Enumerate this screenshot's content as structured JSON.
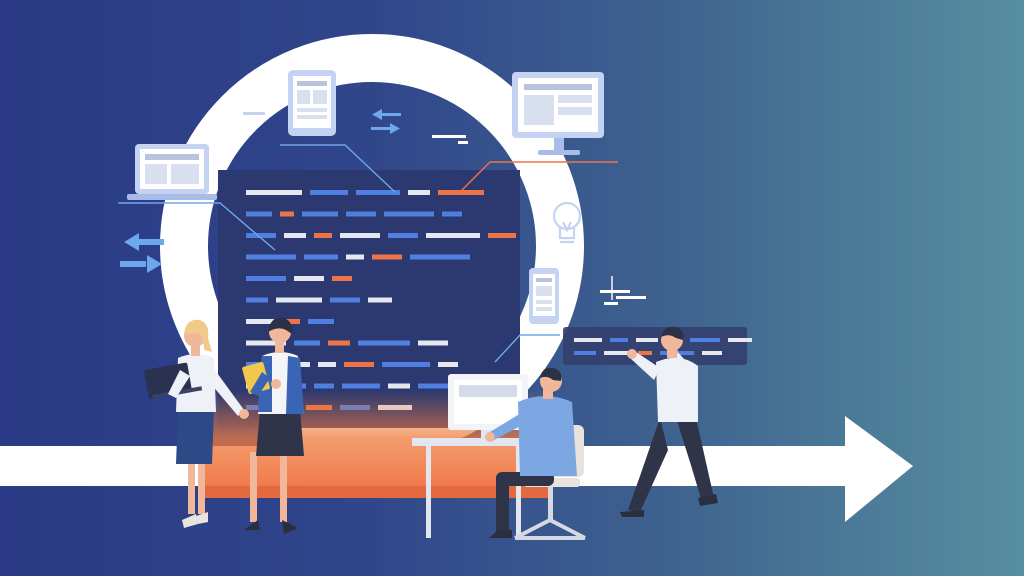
{
  "colors": {
    "bg_left": "#2a3a86",
    "bg_right": "#568f9f",
    "ring": "#ffffff",
    "code_panel": "#2c3870",
    "floor_glow": "#ef7a3c",
    "code_blue": "#4f7fe0",
    "code_white": "#e6e8f0",
    "code_orange": "#ee7447",
    "accent_light_blue": "#6da7ee",
    "skin": "#f1b79b",
    "hair_blonde": "#f1c988",
    "hair_dark": "#2c3245"
  },
  "icons": [
    "development-cycle-ring-icon",
    "laptop-icon",
    "tablet-icon",
    "desktop-monitor-icon",
    "smartphone-icon",
    "lightbulb-icon",
    "exchange-arrows-icon",
    "forward-arrow-icon"
  ],
  "people": [
    "woman-with-laptop",
    "woman-with-tablet",
    "man-at-desk",
    "man-holding-code-bar"
  ]
}
